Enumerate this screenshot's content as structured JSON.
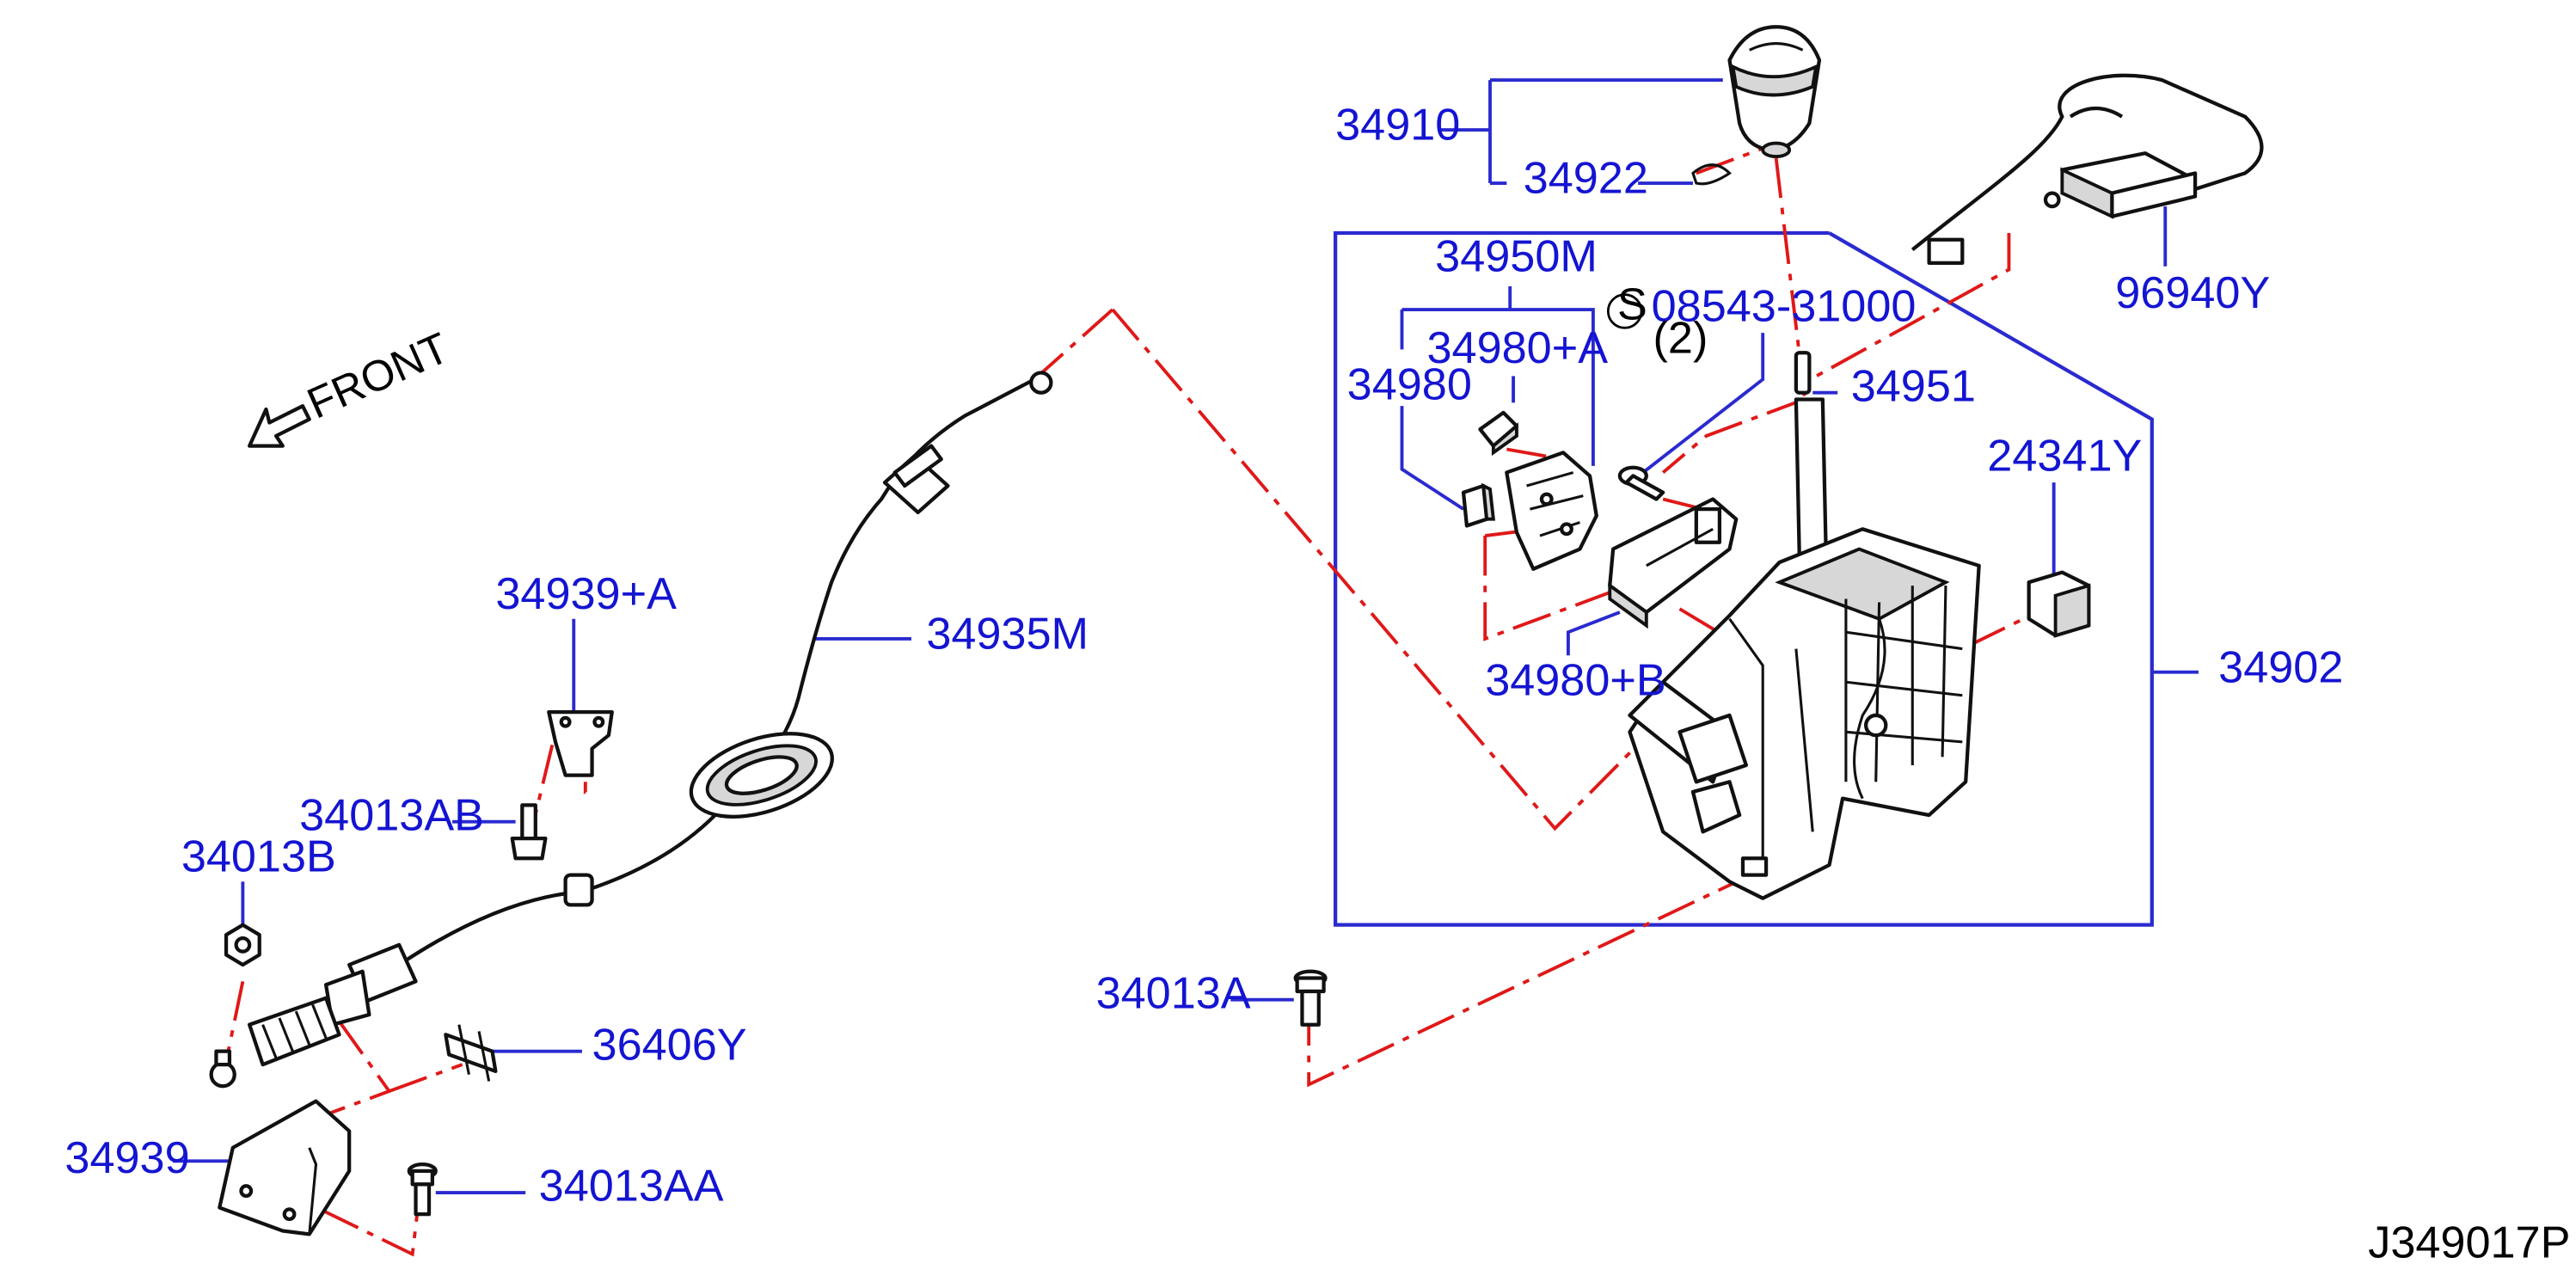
{
  "diagram_id": "J349017P",
  "front_label": "FRONT",
  "callouts": {
    "c34910": "34910",
    "c34922": "34922",
    "c34950M": "34950M",
    "c34980A": "34980+A",
    "c34980": "34980",
    "c08543": "08543-31000",
    "c08543_qty": "(2)",
    "c08543_symbol": "S",
    "c34951": "34951",
    "c96940Y": "96940Y",
    "c24341Y": "24341Y",
    "c34902": "34902",
    "c34980B": "34980+B",
    "c34939A": "34939+A",
    "c34935M": "34935M",
    "c34013AB": "34013AB",
    "c34013B": "34013B",
    "c34013A": "34013A",
    "c36406Y": "36406Y",
    "c34939": "34939",
    "c34013AA": "34013AA"
  },
  "colors": {
    "callout_text": "#1414d2",
    "leader_line": "#2a2ad0",
    "phantom_line": "#e01818",
    "part_outline": "#111111"
  }
}
